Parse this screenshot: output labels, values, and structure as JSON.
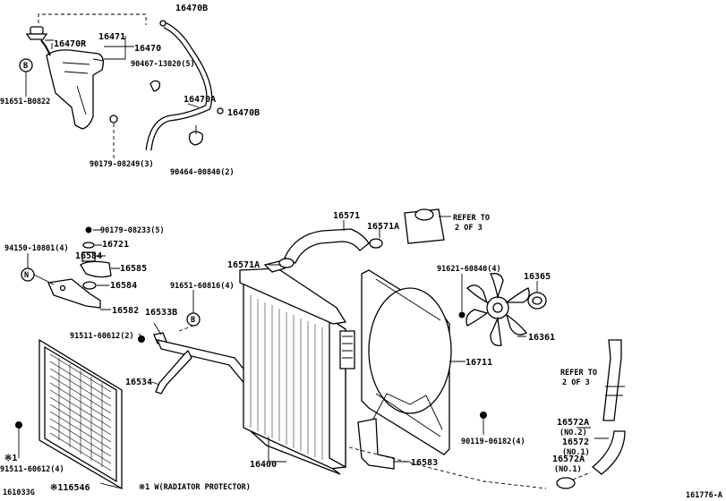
{
  "labels": {
    "p16470B_top": "16470B",
    "p16471": "16471",
    "p16470R": "16470R",
    "p16470": "16470",
    "p90467": "90467-13020(5)",
    "p91651_b": "91651-B0822",
    "p16470A": "16470A",
    "p16470B_mid": "16470B",
    "p90179_249": "90179-08249(3)",
    "p90464": "90464-00840(2)",
    "p90179_233": "90179-08233(5)",
    "p16721": "16721",
    "p94150": "94150-10801(4)",
    "p16584_a": "16584",
    "p16585": "16585",
    "p16584_b": "16584",
    "p16582": "16582",
    "p91651_60816": "91651-60816(4)",
    "p16533B": "16533B",
    "p91511_a": "91511-60612(2)",
    "p16534": "16534",
    "p16571": "16571",
    "p16571A_top": "16571A",
    "p16571A_left": "16571A",
    "refer_top_1": "REFER TO",
    "refer_top_2": "2 OF 3",
    "p91621": "91621-60840(4)",
    "p16365": "16365",
    "p16361": "16361",
    "p16711": "16711",
    "p16400": "16400",
    "p16583": "16583",
    "p90119": "90119-06182(4)",
    "refer_right_1": "REFER TO",
    "refer_right_2": "2 OF 3",
    "p16572A_no2": "16572A",
    "no2": "(NO.2)",
    "p16572": "16572",
    "no1_a": "(NO.1)",
    "p16572A_no1": "16572A",
    "no1_b": "(NO.1)",
    "star1": "※1",
    "p91511_b": "91511-60612(4)",
    "p161033G": "161033G",
    "p116546": "※116546",
    "protector_note": "※1 W(RADIATOR PROTECTOR)",
    "fig_id": "161776-A"
  },
  "callouts": {
    "B_top": "B",
    "B_mid": "B",
    "N": "N"
  }
}
